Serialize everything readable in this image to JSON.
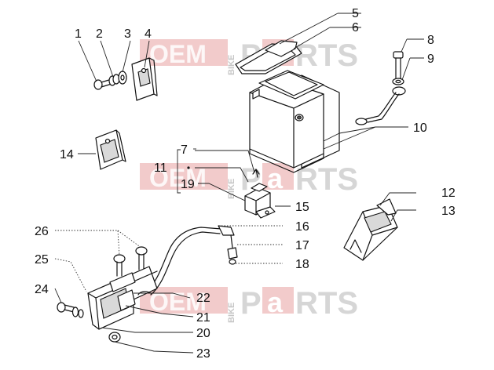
{
  "watermark": {
    "left_text": "OEM",
    "middle_text": "BIKE",
    "right_text_1": "P",
    "right_text_a": "a",
    "right_text_2": "RTS",
    "box_color": "#e07b7b",
    "text_color": "#c8c8c8"
  },
  "callouts": [
    "1",
    "2",
    "3",
    "4",
    "5",
    "6",
    "7",
    "8",
    "9",
    "10",
    "11",
    "12",
    "13",
    "14",
    "15",
    "16",
    "17",
    "18",
    "19",
    "20",
    "21",
    "22",
    "23",
    "24",
    "25",
    "26"
  ]
}
